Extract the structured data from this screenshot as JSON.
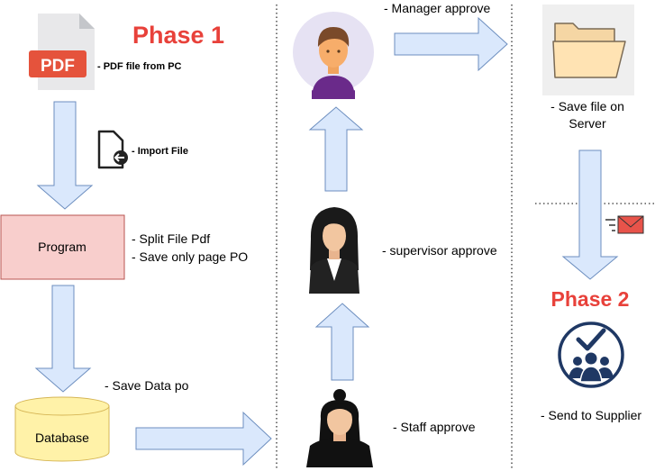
{
  "phase1": {
    "title": "Phase 1",
    "pdf_badge": "PDF",
    "pdf_caption": "- PDF file from PC",
    "import_caption": "- Import File",
    "program_label": "Program",
    "program_note_1": "- Split File Pdf",
    "program_note_2": "- Save only page PO",
    "save_data_caption": "- Save Data po",
    "database_label": "Database"
  },
  "approval": {
    "manager": "- Manager approve",
    "supervisor": "- supervisor approve",
    "staff": "- Staff approve"
  },
  "phase2": {
    "title": "Phase 2",
    "save_file_line1": "- Save file on",
    "save_file_line2": "Server",
    "send_caption": "- Send to Supplier"
  },
  "colors": {
    "phase_title": "#e8413a",
    "arrow_fill": "#dae8fc",
    "arrow_stroke": "#6c8ebf",
    "program_fill": "#f8cecc",
    "program_stroke": "#b85450",
    "database_fill": "#fff2a8",
    "database_stroke": "#d6b656",
    "pdf_red": "#e5533c",
    "navy": "#1f3864"
  },
  "icons": [
    "pdf-file-icon",
    "import-file-icon",
    "manager-avatar-icon",
    "supervisor-avatar-icon",
    "staff-avatar-icon",
    "folder-icon",
    "email-icon",
    "team-check-icon"
  ]
}
